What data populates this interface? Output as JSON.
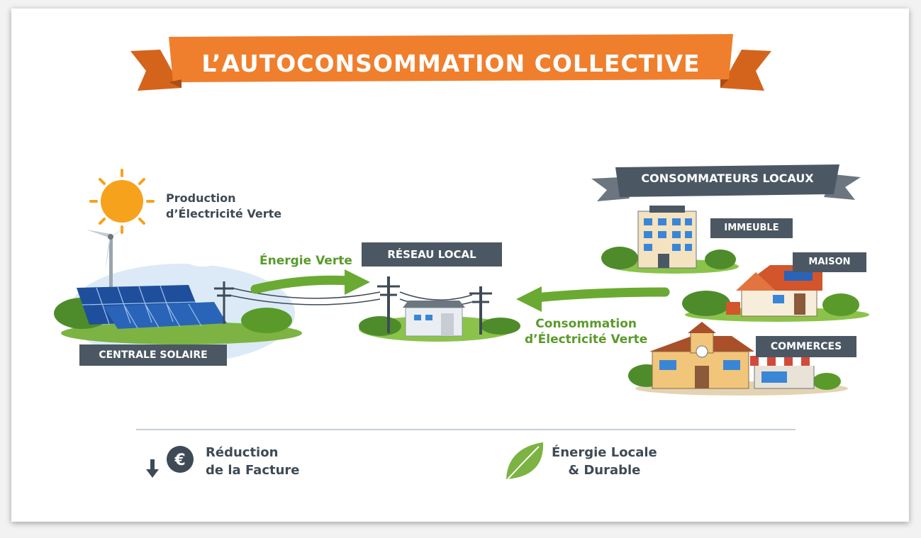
{
  "title": "L’AUTOCONSOMMATION COLLECTIVE",
  "production_label": "Production\nd’Électricité Verte",
  "solar_plant_tag": "CENTRALE SOLAIRE",
  "green_energy_label": "Énergie Verte",
  "local_grid_tag": "RÉSEAU LOCAL",
  "consumption_label": "Consommation\nd’Électricité Verte",
  "consumers_banner": "CONSOMMATEURS LOCAUX",
  "consumers": [
    {
      "label": "IMMEUBLE",
      "icon": "apartment-building-icon"
    },
    {
      "label": "MAISON",
      "icon": "house-icon"
    },
    {
      "label": "COMMERCES",
      "icon": "shops-icon"
    }
  ],
  "benefits": [
    {
      "label": "Réduction\nde la Facture",
      "icon": "euro-down-icon"
    },
    {
      "label": "Énergie Locale\n& Durable",
      "icon": "leaf-icon"
    }
  ],
  "colors": {
    "banner_orange": "#f07f2d",
    "tag_gray": "#4b5863",
    "green": "#5a9a2b",
    "sun": "#f6a21c"
  }
}
